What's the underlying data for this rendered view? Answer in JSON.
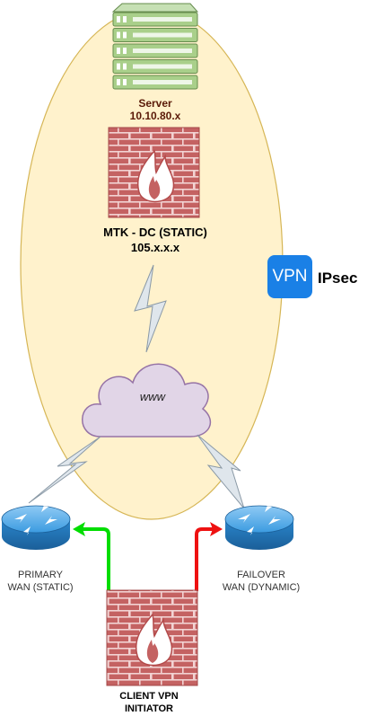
{
  "server": {
    "name": "Server",
    "ip": "10.10.80.x"
  },
  "datacenter_firewall": {
    "name": "MTK - DC (STATIC)",
    "ip": "105.x.x.x"
  },
  "vpn": {
    "badge": "VPN",
    "protocol": "IPsec"
  },
  "cloud": {
    "label": "www"
  },
  "primary_wan": {
    "line1": "PRIMARY",
    "line2": "WAN (STATIC)"
  },
  "failover_wan": {
    "line1": "FAILOVER",
    "line2": "WAN (DYNAMIC)"
  },
  "client_firewall": {
    "line1": "CLIENT VPN",
    "line2": "INITIATOR"
  },
  "colors": {
    "tunnel_fill": "#fff2cc",
    "tunnel_stroke": "#d6b656",
    "server_green": "#a9cf8a",
    "server_dark": "#668c4d",
    "firewall_red": "#c46262",
    "firewall_mortar": "#f2d3d3",
    "cloud_fill": "#e1d5e7",
    "cloud_stroke": "#9673a6",
    "router_blue": "#2d8fd6",
    "link_gray": "#cfd8df",
    "primary_path": "#00dd00",
    "failover_path": "#ee1111",
    "vpn_blue": "#1a80e6"
  }
}
